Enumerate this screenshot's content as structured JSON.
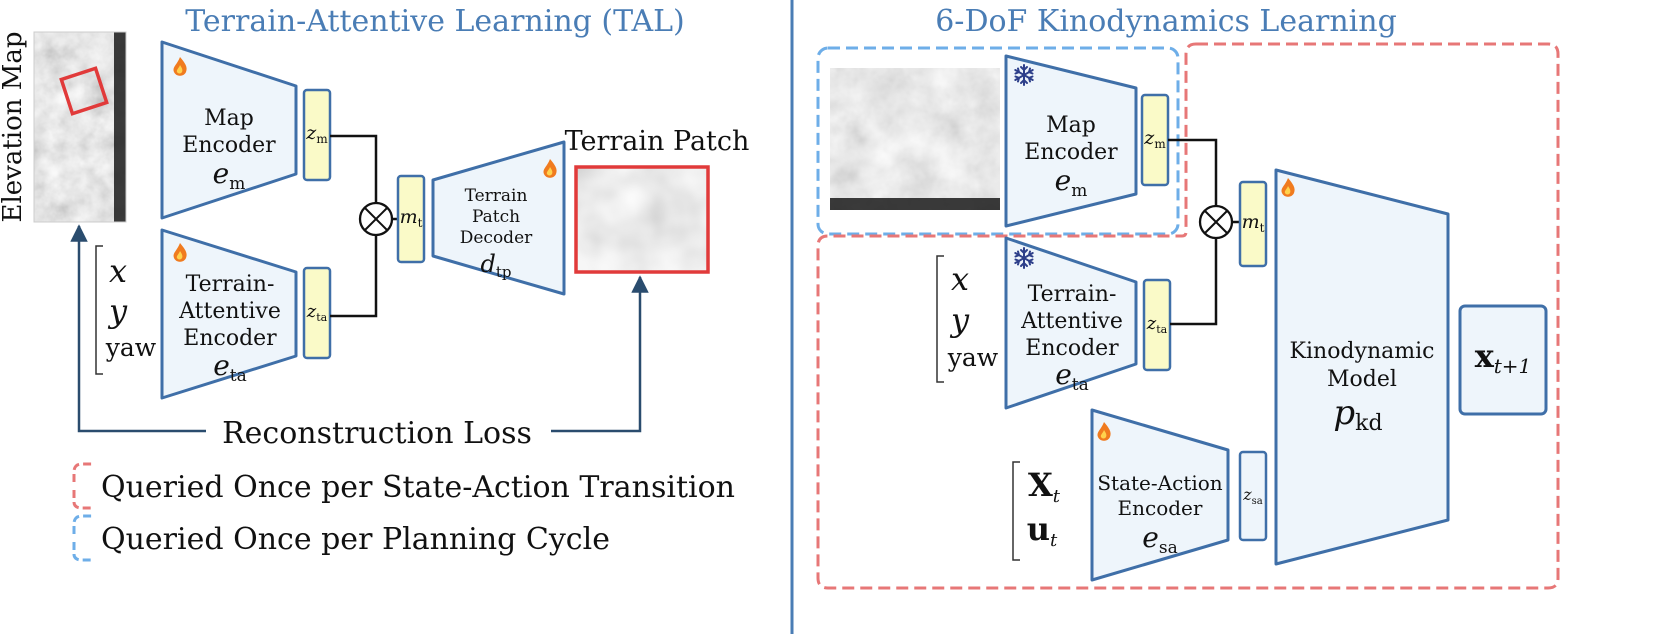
{
  "colors": {
    "accent": "#4a7db5",
    "block_fill": "#eef5fb",
    "block_stroke": "#3f6fa8",
    "latent_fill": "#fafac8",
    "arrow": "#2a4c6e",
    "red": "#e13a3a",
    "red_dash": "#e77777",
    "blue_dash": "#6eaee8",
    "flame": "#f07b1f",
    "snow": "#2d3f8a"
  },
  "icons": {
    "trainable": "flame-icon",
    "frozen": "snowflake-icon",
    "combine": "tensor-product-icon"
  },
  "left": {
    "title": "Terrain-Attentive Learning (TAL)",
    "elevation_label": "Elevation Map",
    "map_encoder": {
      "line1": "Map",
      "line2": "Encoder",
      "sym": "e",
      "sub": "m"
    },
    "terrain_attentive_encoder": {
      "line1": "Terrain-",
      "line2": "Attentive",
      "line3": "Encoder",
      "sym": "e",
      "sub": "ta"
    },
    "decoder": {
      "line1": "Terrain",
      "line2": "Patch",
      "line3": "Decoder",
      "sym": "d",
      "sub": "tp"
    },
    "z_m": {
      "sym": "z",
      "sub": "m"
    },
    "z_ta": {
      "sym": "z",
      "sub": "ta"
    },
    "m_t": {
      "sym": "m",
      "sub": "t"
    },
    "inputs": {
      "x": "x",
      "y": "y",
      "yaw": "yaw"
    },
    "patch_label": "Terrain Patch",
    "loss_label": "Reconstruction Loss"
  },
  "legend": {
    "red": "Queried Once per State-Action Transition",
    "blue": "Queried Once per Planning Cycle"
  },
  "right": {
    "title": "6-DoF Kinodynamics Learning",
    "map_encoder": {
      "line1": "Map",
      "line2": "Encoder",
      "sym": "e",
      "sub": "m"
    },
    "terrain_attentive_encoder": {
      "line1": "Terrain-",
      "line2": "Attentive",
      "line3": "Encoder",
      "sym": "e",
      "sub": "ta"
    },
    "state_action_encoder": {
      "line1": "State-Action",
      "line2": "Encoder",
      "sym": "e",
      "sub": "sa"
    },
    "kinodynamic_model": {
      "line1": "Kinodynamic",
      "line2": "Model",
      "sym": "p",
      "sub": "kd"
    },
    "z_m": {
      "sym": "z",
      "sub": "m"
    },
    "z_ta": {
      "sym": "z",
      "sub": "ta"
    },
    "z_sa": {
      "sym": "z",
      "sub": "sa"
    },
    "m_t": {
      "sym": "m",
      "sub": "t"
    },
    "inputs": {
      "x": "x",
      "y": "y",
      "yaw": "yaw"
    },
    "state": {
      "sym": "X",
      "sub": "t"
    },
    "action": {
      "sym": "u",
      "sub": "t"
    },
    "output": {
      "sym": "x",
      "sub": "t+1"
    }
  }
}
